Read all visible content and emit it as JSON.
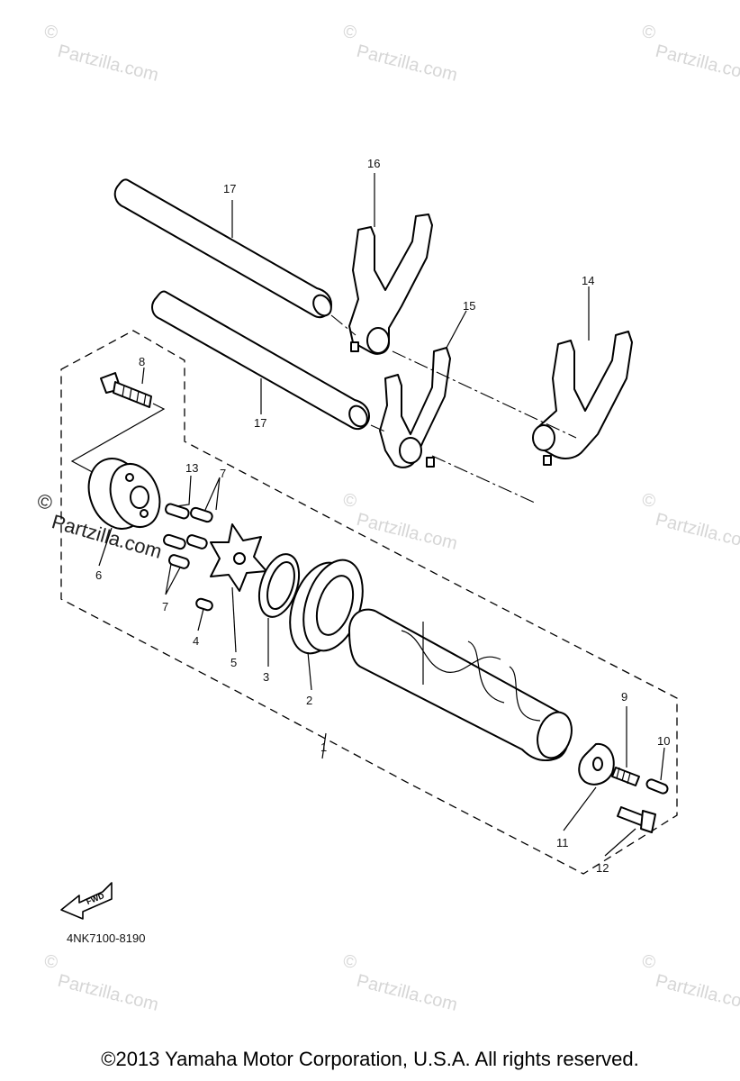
{
  "watermark": {
    "symbol": "©",
    "text": "Partzilla.com"
  },
  "callouts": {
    "c1": "1",
    "c2": "2",
    "c3": "3",
    "c4": "4",
    "c5": "5",
    "c6": "6",
    "c7a": "7",
    "c7b": "7",
    "c8": "8",
    "c9": "9",
    "c10": "10",
    "c11": "11",
    "c12": "12",
    "c13": "13",
    "c14": "14",
    "c15": "15",
    "c16": "16",
    "c17a": "17",
    "c17b": "17"
  },
  "fwd_label": "FWD",
  "diagram_code": "4NK7100-8190",
  "copyright": "©2013 Yamaha Motor Corporation, U.S.A. All rights reserved."
}
